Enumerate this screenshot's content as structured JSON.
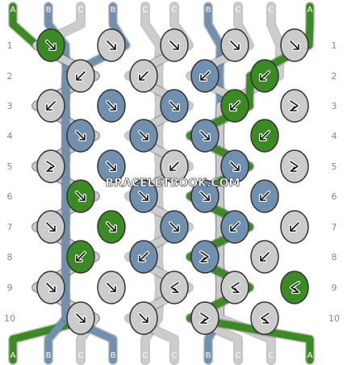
{
  "watermark": "BRACELETBOOK.COM",
  "strand_labels": [
    "A",
    "B",
    "C",
    "B",
    "C",
    "C",
    "B",
    "C",
    "C",
    "A"
  ],
  "colors": {
    "A": "#3a8c22",
    "B": "#7090b0",
    "C": "#cccccc"
  },
  "row_labels": [
    "1",
    "2",
    "3",
    "4",
    "5",
    "6",
    "7",
    "8",
    "9",
    "10"
  ],
  "knot_colors": [
    [
      "A",
      "C",
      "C",
      "C",
      "C"
    ],
    [
      "C",
      "C",
      "B",
      "A"
    ],
    [
      "C",
      "B",
      "B",
      "A",
      "C"
    ],
    [
      "B",
      "B",
      "B",
      "A"
    ],
    [
      "C",
      "B",
      "C",
      "B",
      "C"
    ],
    [
      "A",
      "B",
      "B",
      "B"
    ],
    [
      "C",
      "A",
      "B",
      "B",
      "C"
    ],
    [
      "A",
      "B",
      "B",
      "C"
    ],
    [
      "C",
      "C",
      "C",
      "C",
      "A"
    ],
    [
      "C",
      "C",
      "C",
      "C"
    ]
  ],
  "knot_arrows": [
    [
      "se",
      "se",
      "se",
      "se",
      "se"
    ],
    [
      "sw",
      "sw",
      "sw",
      "sw"
    ],
    [
      "sw",
      "se",
      "se",
      "sw",
      "ser"
    ],
    [
      "se",
      "se",
      "se",
      "sw"
    ],
    [
      "ser",
      "se",
      "sw",
      "se",
      "ser"
    ],
    [
      "se",
      "se",
      "se",
      "sw"
    ],
    [
      "se",
      "se",
      "se",
      "sw",
      "sw"
    ],
    [
      "sw",
      "sw",
      "ser",
      "sw"
    ],
    [
      "se",
      "se",
      "swr",
      "swr",
      "swr"
    ],
    [
      "se",
      "se",
      "ser",
      "swr"
    ]
  ]
}
